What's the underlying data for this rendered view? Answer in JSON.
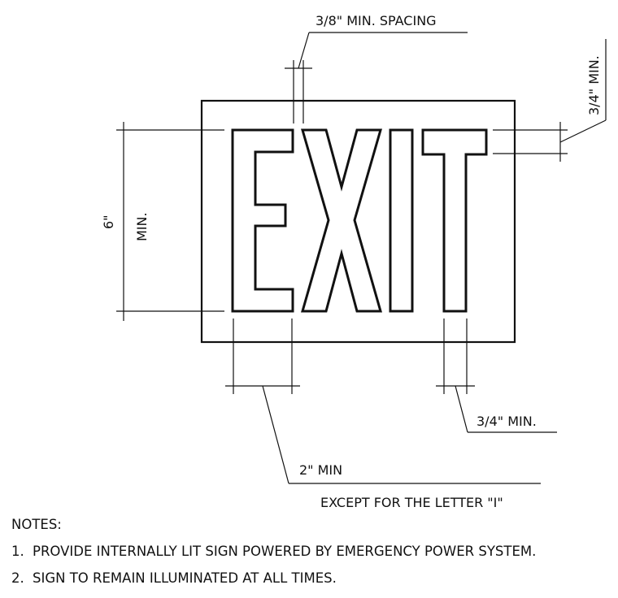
{
  "sign": {
    "text": "EXIT"
  },
  "dimensions": {
    "spacing": "3/8\" MIN. SPACING",
    "stroke_top": "3/4\" MIN.",
    "height_value": "6\"",
    "height_min": "MIN.",
    "stroke_bottom": "3/4\" MIN.",
    "width": "2\" MIN",
    "exception": "EXCEPT FOR THE LETTER \"I\""
  },
  "notes": {
    "heading": "NOTES:",
    "items": [
      {
        "num": "1.",
        "text": "PROVIDE INTERNALLY LIT SIGN POWERED BY EMERGENCY POWER SYSTEM."
      },
      {
        "num": "2.",
        "text": "SIGN TO REMAIN ILLUMINATED AT ALL TIMES."
      }
    ]
  }
}
